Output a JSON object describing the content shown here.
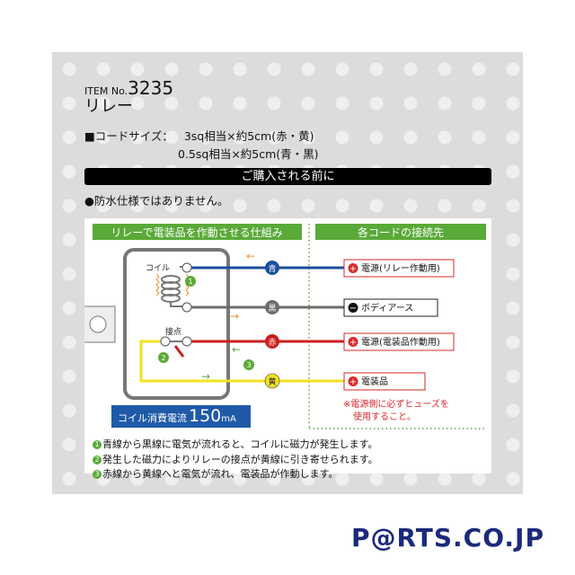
{
  "item": {
    "prefix": "ITEM No.",
    "number": "3235"
  },
  "product_name": "リレー",
  "spec": {
    "label": "■コードサイズ：",
    "line1": "3sq相当×約5cm(赤・黄)",
    "line2": "0.5sq相当×約5cm(青・黒)"
  },
  "notice_bar": "ご購入される前に",
  "notice": "●防水仕様ではありません。",
  "diagram": {
    "left_header": "リレーで電装品を作動させる仕組み",
    "right_header": "各コードの接続先",
    "coil_label": "コイル",
    "contact_label": "接点",
    "wires": [
      {
        "label": "青",
        "color": "#1c4f9c",
        "dest": "電源(リレー作動用)",
        "sign": "+"
      },
      {
        "label": "黒",
        "color": "#6d6d6d",
        "dest": "ボディアース",
        "sign": "−"
      },
      {
        "label": "赤",
        "color": "#cc1f1f",
        "dest": "電源(電装品作動用)",
        "sign": "+"
      },
      {
        "label": "黄",
        "color": "#f2e21e",
        "dest": "電装品",
        "sign": "+"
      }
    ],
    "steps": [
      "1",
      "2",
      "3"
    ],
    "fuse_note_1": "※電源側に必ずヒューズを",
    "fuse_note_2": "使用すること。",
    "current_label": "コイル消費電流",
    "current_value": "150",
    "current_unit": "mA"
  },
  "notes": [
    {
      "num": "1",
      "text": "青線から黒線に電気が流れると、コイルに磁力が発生します。"
    },
    {
      "num": "2",
      "text": "発生した磁力によりリレーの接点が黄線に引き寄せられます。"
    },
    {
      "num": "3",
      "text": "赤線から黄線へと電気が流れ、電装品が作動します。"
    }
  ],
  "logo": "P@RTS.CO.JP",
  "colors": {
    "green": "#5aaa38",
    "navy": "#1b2a7a",
    "red": "#d52a2a",
    "blue_box": "#1f5aa8"
  }
}
